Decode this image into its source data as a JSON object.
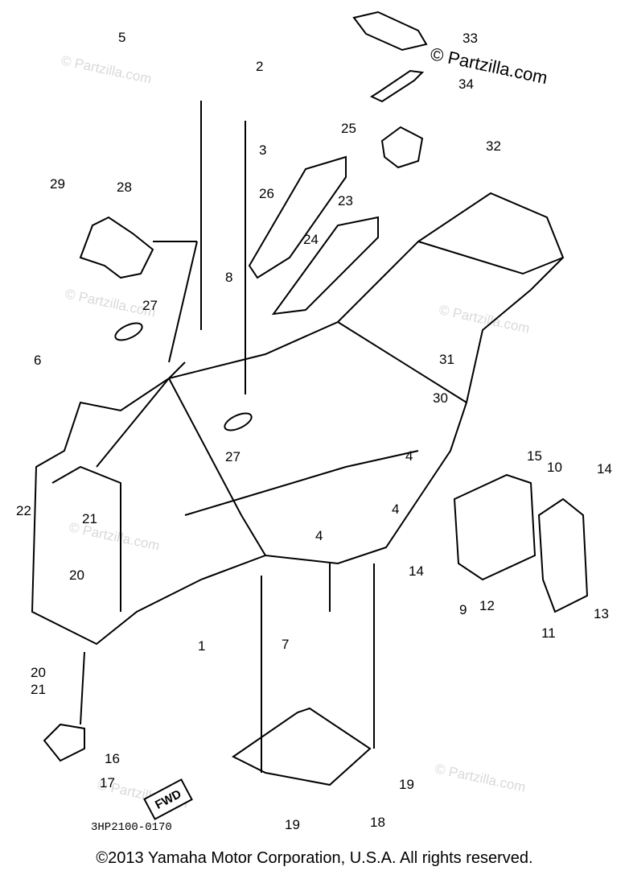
{
  "watermark": "© Partzilla.com",
  "brand": "© Partzilla.com",
  "drawing_code": "3HP2100-0170",
  "fwd_label": "FWD",
  "copyright": "©2013  Yamaha Motor Corporation, U.S.A. All rights reserved.",
  "callouts": [
    "1",
    "2",
    "3",
    "4",
    "5",
    "6",
    "7",
    "8",
    "9",
    "10",
    "11",
    "12",
    "13",
    "14",
    "15",
    "16",
    "17",
    "18",
    "19",
    "20",
    "21",
    "22",
    "23",
    "24",
    "25",
    "26",
    "27",
    "28",
    "29",
    "30",
    "31",
    "32",
    "33",
    "34"
  ]
}
